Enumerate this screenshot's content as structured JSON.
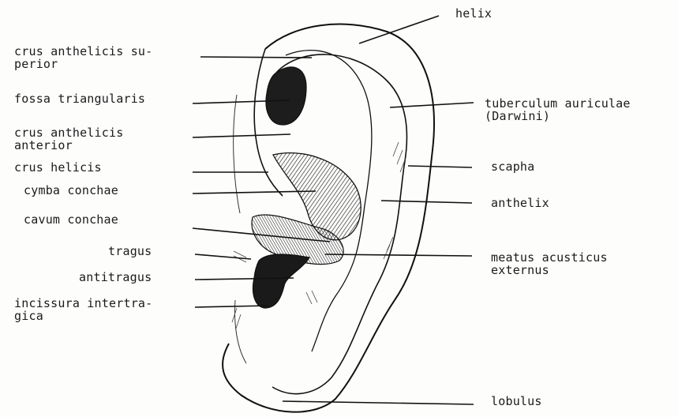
{
  "diagram": {
    "labels": {
      "helix": "helix",
      "crus_anthelicis_superior": [
        "crus anthelicis su-",
        "perior"
      ],
      "fossa_triangularis": "fossa triangularis",
      "crus_anthelicis_anterior": [
        "crus anthelicis",
        "anterior"
      ],
      "crus_helicis": "crus helicis",
      "cymba_conchae": "cymba conchae",
      "cavum_conchae": "cavum conchae",
      "tragus": "tragus",
      "antitragus": "antitragus",
      "incissura_intertragica": [
        "incissura intertra-",
        "gica"
      ],
      "tuberculum_auriculae": [
        "tuberculum auriculae",
        "(Darwini)"
      ],
      "scapha": "scapha",
      "anthelix": "anthelix",
      "meatus_acusticus_externus": [
        "meatus acusticus",
        "externus"
      ],
      "lobulus": "lobulus"
    }
  }
}
